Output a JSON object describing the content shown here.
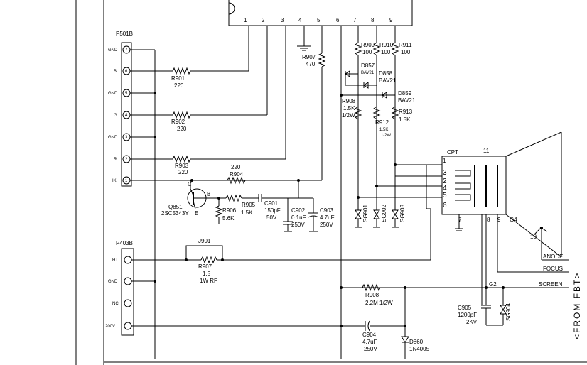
{
  "connectors": {
    "p501b": {
      "name": "P501B",
      "pins": [
        {
          "num": "7",
          "label": "GND"
        },
        {
          "num": "6",
          "label": "B"
        },
        {
          "num": "5",
          "label": "GND"
        },
        {
          "num": "4",
          "label": "G"
        },
        {
          "num": "3",
          "label": "GND"
        },
        {
          "num": "2",
          "label": "R"
        },
        {
          "num": "1",
          "label": "IK"
        }
      ]
    },
    "p403b": {
      "name": "P403B",
      "pins": [
        {
          "label": "HT"
        },
        {
          "label": "GND"
        },
        {
          "label": "NC"
        },
        {
          "label": "200V"
        }
      ]
    }
  },
  "ic_pins": [
    "1",
    "2",
    "3",
    "4",
    "5",
    "6",
    "7",
    "8",
    "9"
  ],
  "components": {
    "r901": {
      "ref": "R901",
      "value": "220"
    },
    "r902": {
      "ref": "R902",
      "value": "220"
    },
    "r903": {
      "ref": "R903",
      "value": "220"
    },
    "r904": {
      "ref": "R904",
      "value": "220"
    },
    "r905": {
      "ref": "R905",
      "value": "1.5K"
    },
    "r906": {
      "ref": "R906",
      "value": "5.6K"
    },
    "r907a": {
      "ref": "R907",
      "value": "470"
    },
    "r907b": {
      "ref": "R907",
      "value": "1.5",
      "rating": "1W RF"
    },
    "r908a": {
      "ref": "R908",
      "value": "1.5K",
      "rating": "1/2W"
    },
    "r908b": {
      "ref": "R908",
      "value": "2.2M 1/2W"
    },
    "r909": {
      "ref": "R909",
      "value": "100"
    },
    "r910": {
      "ref": "R910",
      "value": "100"
    },
    "r911": {
      "ref": "R911",
      "value": "100"
    },
    "r912": {
      "ref": "R912",
      "value": "1.5K",
      "rating": "1/2W"
    },
    "r913": {
      "ref": "R913",
      "value": "1.5K"
    },
    "d857": {
      "ref": "D857",
      "value": "BAV21"
    },
    "d858": {
      "ref": "D858",
      "value": "BAV21"
    },
    "d859": {
      "ref": "D859",
      "value": "BAV21"
    },
    "d860": {
      "ref": "D860",
      "value": "1N4005"
    },
    "q851": {
      "ref": "Q851",
      "value": "2SC5343Y",
      "c": "C",
      "b": "B",
      "e": "E"
    },
    "c901": {
      "ref": "C901",
      "value": "150pF",
      "rating": "50V"
    },
    "c902": {
      "ref": "C902",
      "value": "0.1uF",
      "rating": "250V"
    },
    "c903": {
      "ref": "C903",
      "value": "4.7uF",
      "rating": "250V"
    },
    "c904": {
      "ref": "C904",
      "value": "4.7uF",
      "rating": "250V"
    },
    "c905": {
      "ref": "C905",
      "value": "1200pF",
      "rating": "2KV"
    },
    "j901": {
      "ref": "J901"
    },
    "sg901": {
      "ref": "SG901"
    },
    "sg902": {
      "ref": "SG902"
    },
    "sg903": {
      "ref": "SG903"
    },
    "sg904": {
      "ref": "SG904"
    }
  },
  "cpt": {
    "name": "CPT",
    "pins": [
      "1",
      "3",
      "2",
      "4",
      "5",
      "6",
      "7",
      "8",
      "9",
      "10",
      "11",
      "G4",
      "G2"
    ]
  },
  "signals": {
    "anode": "ANODE",
    "focus": "FOCUS",
    "screen": "SCREEN",
    "from_fbt": "<FROM FBT>"
  }
}
